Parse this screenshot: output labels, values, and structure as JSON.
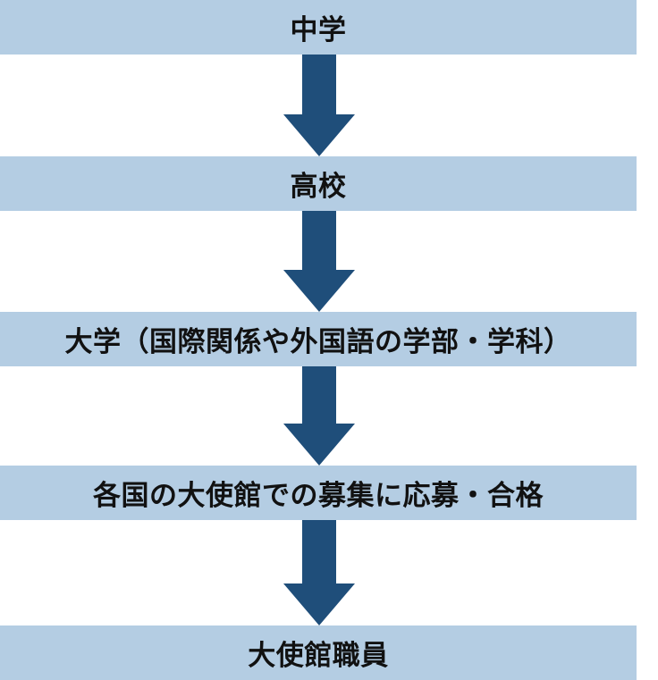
{
  "colors": {
    "box_fill": "#b4cde3",
    "arrow_fill": "#1f4e7a",
    "text": "#111111"
  },
  "steps": [
    {
      "label": "中学"
    },
    {
      "label": "高校"
    },
    {
      "label": "大学（国際関係や外国語の学部・学科）"
    },
    {
      "label": "各国の大使館での募集に応募・合格"
    },
    {
      "label": "大使館職員"
    }
  ],
  "arrow_icon": "down-arrow-icon"
}
